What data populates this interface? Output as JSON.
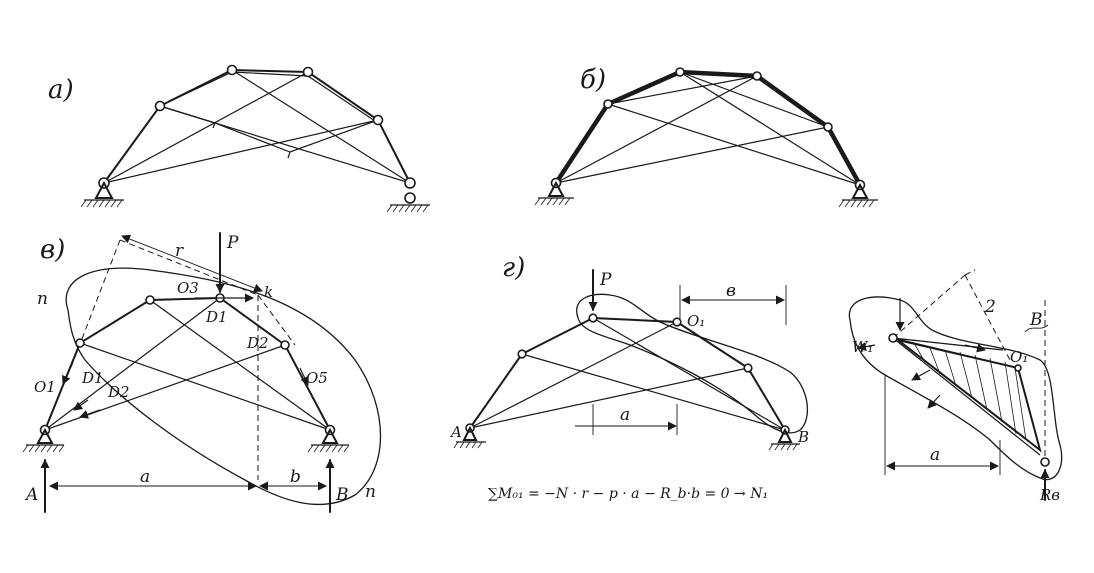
{
  "panels": {
    "a": {
      "label": "а)"
    },
    "b": {
      "label": "б)"
    },
    "v": {
      "label": "в)",
      "labels": {
        "P": "P",
        "r": "r",
        "k": "k",
        "n_top": "n",
        "n_bottom": "n",
        "O3": "O3",
        "O1": "O1",
        "O5": "O5",
        "D1a": "D1",
        "D2a": "D2",
        "D1b": "D1",
        "D2b": "D2",
        "a": "a",
        "b": "b",
        "A": "A",
        "B": "B"
      }
    },
    "g": {
      "label": "г)",
      "labels": {
        "P": "P",
        "b_dim": "в",
        "O1": "O₁",
        "a": "a",
        "A": "A",
        "B": "B",
        "W1": "W₁",
        "two": "2",
        "b2": "B",
        "O1_right": "O₁",
        "a2": "a",
        "Rb": "Rв"
      },
      "equation": "∑M₀₁ = −N · r − p · a − R_b·b = 0 → N₁"
    }
  }
}
